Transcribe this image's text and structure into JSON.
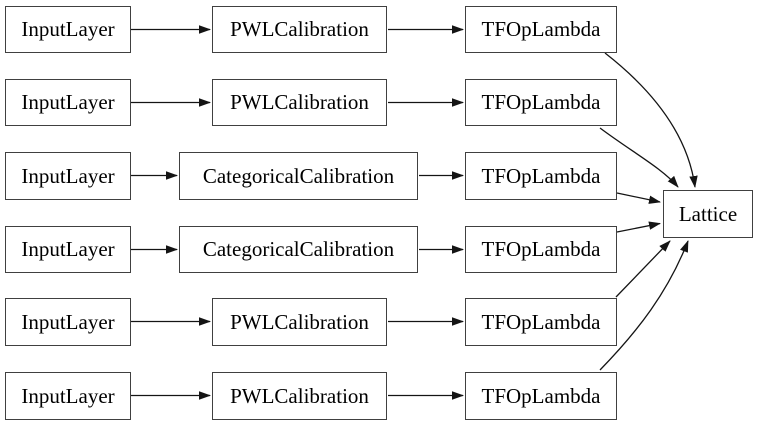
{
  "diagram": {
    "rows": [
      {
        "input": "InputLayer",
        "calibration": "PWLCalibration",
        "op": "TFOpLambda"
      },
      {
        "input": "InputLayer",
        "calibration": "PWLCalibration",
        "op": "TFOpLambda"
      },
      {
        "input": "InputLayer",
        "calibration": "CategoricalCalibration",
        "op": "TFOpLambda"
      },
      {
        "input": "InputLayer",
        "calibration": "CategoricalCalibration",
        "op": "TFOpLambda"
      },
      {
        "input": "InputLayer",
        "calibration": "PWLCalibration",
        "op": "TFOpLambda"
      },
      {
        "input": "InputLayer",
        "calibration": "PWLCalibration",
        "op": "TFOpLambda"
      }
    ],
    "output_node": {
      "label": "Lattice"
    },
    "colors": {
      "background": "#ffffff",
      "node_fill": "#ffffff",
      "node_border": "#404040",
      "edge": "#141414",
      "text": "#000000"
    }
  }
}
